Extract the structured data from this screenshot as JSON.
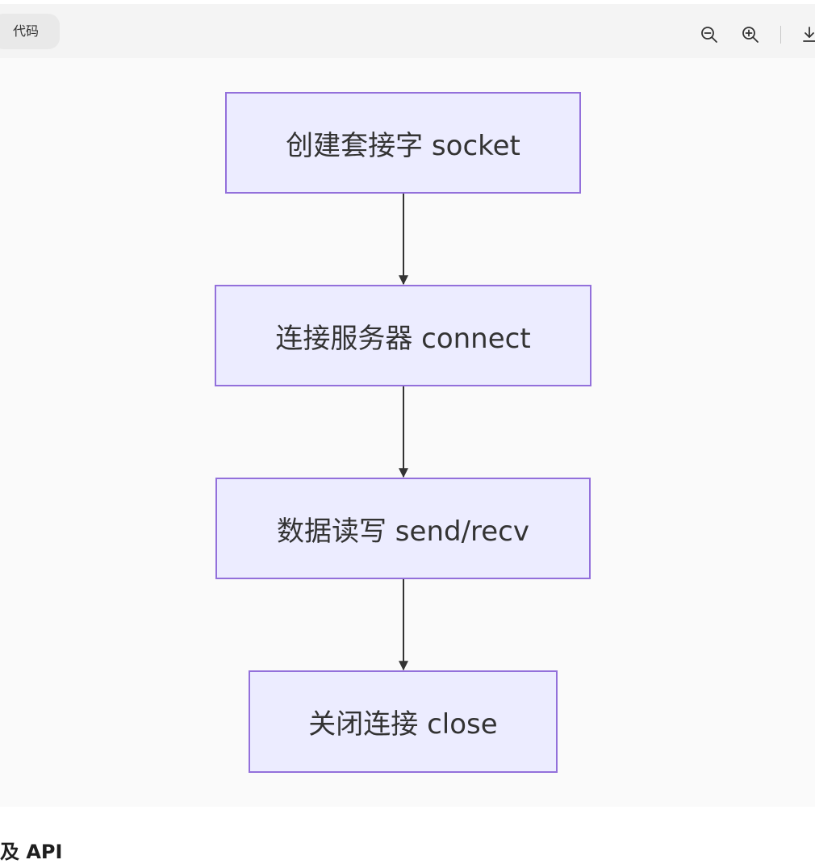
{
  "toolbar": {
    "tab_label": "代码",
    "icons": [
      "zoom-out-icon",
      "zoom-in-icon",
      "download-icon"
    ]
  },
  "diagram": {
    "nodes": [
      {
        "id": "n1",
        "label": "创建套接字 socket"
      },
      {
        "id": "n2",
        "label": "连接服务器 connect"
      },
      {
        "id": "n3",
        "label": "数据读写 send/recv"
      },
      {
        "id": "n4",
        "label": "关闭连接 close"
      }
    ],
    "edges": [
      {
        "from": "n1",
        "to": "n2"
      },
      {
        "from": "n2",
        "to": "n3"
      },
      {
        "from": "n3",
        "to": "n4"
      }
    ],
    "colors": {
      "node_fill": "#ececff",
      "node_border": "#9370db",
      "edge": "#333333"
    }
  },
  "section": {
    "heading": "及 API"
  }
}
